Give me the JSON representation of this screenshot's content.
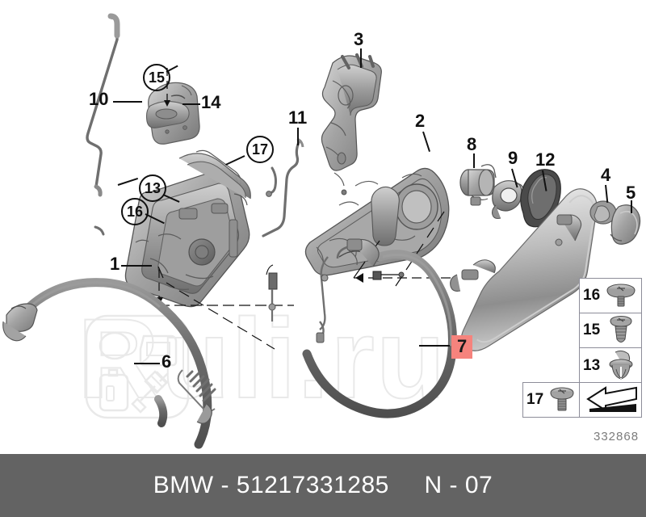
{
  "diagram": {
    "title": "BMW door lock and handle exploded parts diagram",
    "diagram_number": "332868",
    "highlight_color": "#f6837d",
    "callouts": [
      {
        "id": "10",
        "label": "10",
        "style": "plain",
        "part": "operating-rod"
      },
      {
        "id": "15",
        "label": "15",
        "style": "circled",
        "part": "screw"
      },
      {
        "id": "14",
        "label": "14",
        "style": "plain",
        "part": "striker-catch-bracket"
      },
      {
        "id": "13",
        "label": "13",
        "style": "circled",
        "part": "expanding-rivet"
      },
      {
        "id": "16",
        "label": "16",
        "style": "circled",
        "part": "flat-head-screw"
      },
      {
        "id": "17",
        "label": "17",
        "style": "circled",
        "part": "oval-head-screw"
      },
      {
        "id": "1",
        "label": "1",
        "style": "plain",
        "part": "door-lock-actuator"
      },
      {
        "id": "3",
        "label": "3",
        "style": "plain",
        "part": "handle-bracket"
      },
      {
        "id": "11",
        "label": "11",
        "style": "plain",
        "part": "connecting-rod"
      },
      {
        "id": "2",
        "label": "2",
        "style": "plain",
        "part": "handle-carrier"
      },
      {
        "id": "8",
        "label": "8",
        "style": "plain",
        "part": "lock-cylinder"
      },
      {
        "id": "9",
        "label": "9",
        "style": "plain",
        "part": "cover-cap-bracket"
      },
      {
        "id": "12",
        "label": "12",
        "style": "plain",
        "part": "gasket-seal"
      },
      {
        "id": "4",
        "label": "4",
        "style": "plain",
        "part": "outer-door-handle"
      },
      {
        "id": "5",
        "label": "5",
        "style": "plain",
        "part": "handle-end-cap"
      },
      {
        "id": "6",
        "label": "6",
        "style": "plain",
        "part": "bowden-cable-lock"
      },
      {
        "id": "7",
        "label": "7",
        "style": "highlighted",
        "part": "bowden-cable-handle"
      }
    ],
    "legend": {
      "rows": [
        {
          "number": "16",
          "icon": "flat-head-screw-icon"
        },
        {
          "number": "15",
          "icon": "hex-head-screw-icon"
        },
        {
          "number": "13",
          "icon": "expanding-rivet-icon"
        }
      ],
      "bottom": {
        "number": "17",
        "icon": "oval-head-screw-icon",
        "arrow": "direction-arrow-icon"
      }
    }
  },
  "watermark": {
    "text": "Ruli.ru",
    "logo": "ruli-logo-icon"
  },
  "footer": {
    "brand": "BMW",
    "dash": "-",
    "part_number": "51217331285",
    "catalog_letter": "N",
    "catalog_dash": "-",
    "catalog_number": "07",
    "full_text": "BMW - 51217331285    N - 07"
  }
}
